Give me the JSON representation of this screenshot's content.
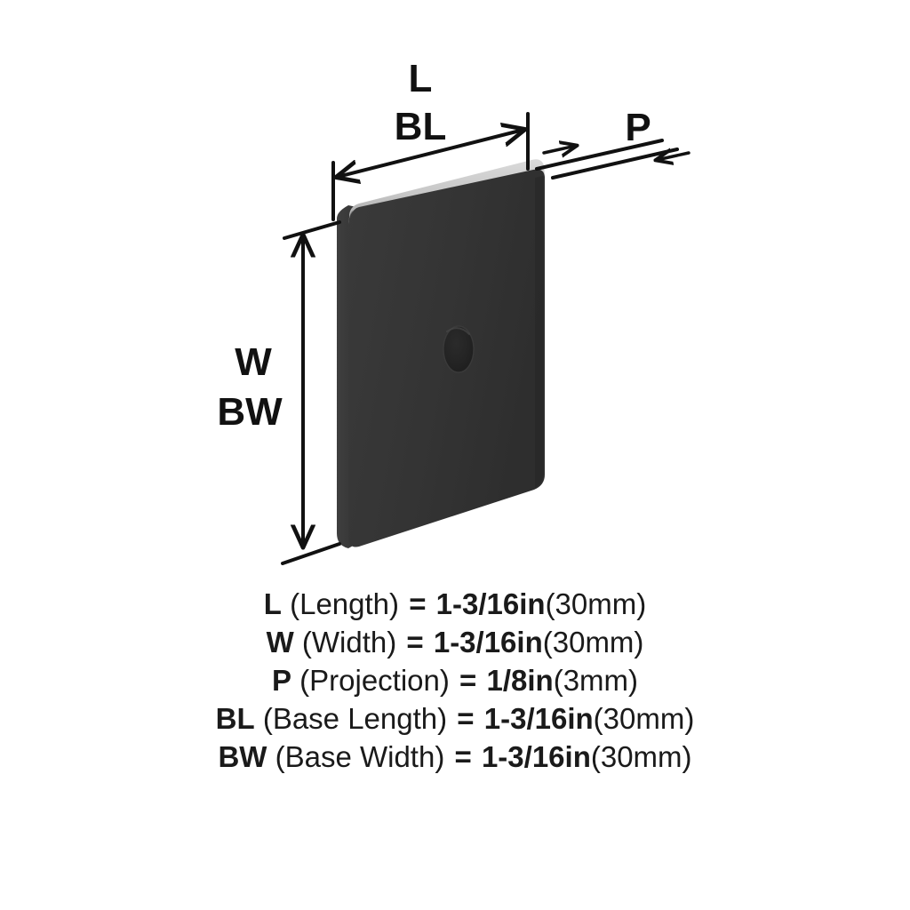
{
  "diagram": {
    "title_alt": "Square plate knob backplate dimension diagram",
    "labels": {
      "length": "L",
      "base_length": "BL",
      "width": "W",
      "base_width": "BW",
      "projection": "P"
    },
    "colors": {
      "background": "#ffffff",
      "line": "#111111",
      "front_face": "#333333",
      "side_face": "#3a3a3a",
      "top_bevel": "#cfcfcf",
      "top_bevel_edge": "#b4b4b4",
      "hole": "#222222"
    }
  },
  "legend": {
    "rows": [
      {
        "abbr": "L",
        "term": " (Length)",
        "eq": "=",
        "imperial": "1-3/16in",
        "metric": "(30mm)"
      },
      {
        "abbr": "W",
        "term": " (Width)",
        "eq": "=",
        "imperial": "1-3/16in",
        "metric": "(30mm)"
      },
      {
        "abbr": "P",
        "term": " (Projection)",
        "eq": "=",
        "imperial": "1/8in",
        "metric": "(3mm)"
      },
      {
        "abbr": "BL",
        "term": " (Base Length)",
        "eq": "=",
        "imperial": "1-3/16in",
        "metric": "(30mm)"
      },
      {
        "abbr": "BW",
        "term": " (Base Width)",
        "eq": "=",
        "imperial": "1-3/16in",
        "metric": "(30mm)"
      }
    ]
  }
}
